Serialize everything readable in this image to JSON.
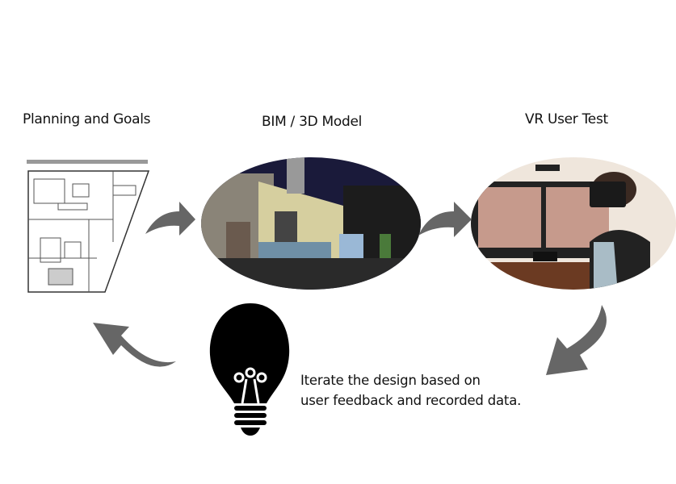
{
  "stages": [
    {
      "title": "Planning and Goals",
      "image": "floor-plan"
    },
    {
      "title": "BIM / 3D Model",
      "image": "3d-model-render"
    },
    {
      "title": "VR User Test",
      "image": "vr-user-test-photo"
    }
  ],
  "iteration": {
    "icon": "lightbulb-icon",
    "line1": "Iterate the design based on",
    "line2": "user feedback and recorded data."
  },
  "colors": {
    "arrow": "#666666",
    "bulb": "#000000"
  }
}
